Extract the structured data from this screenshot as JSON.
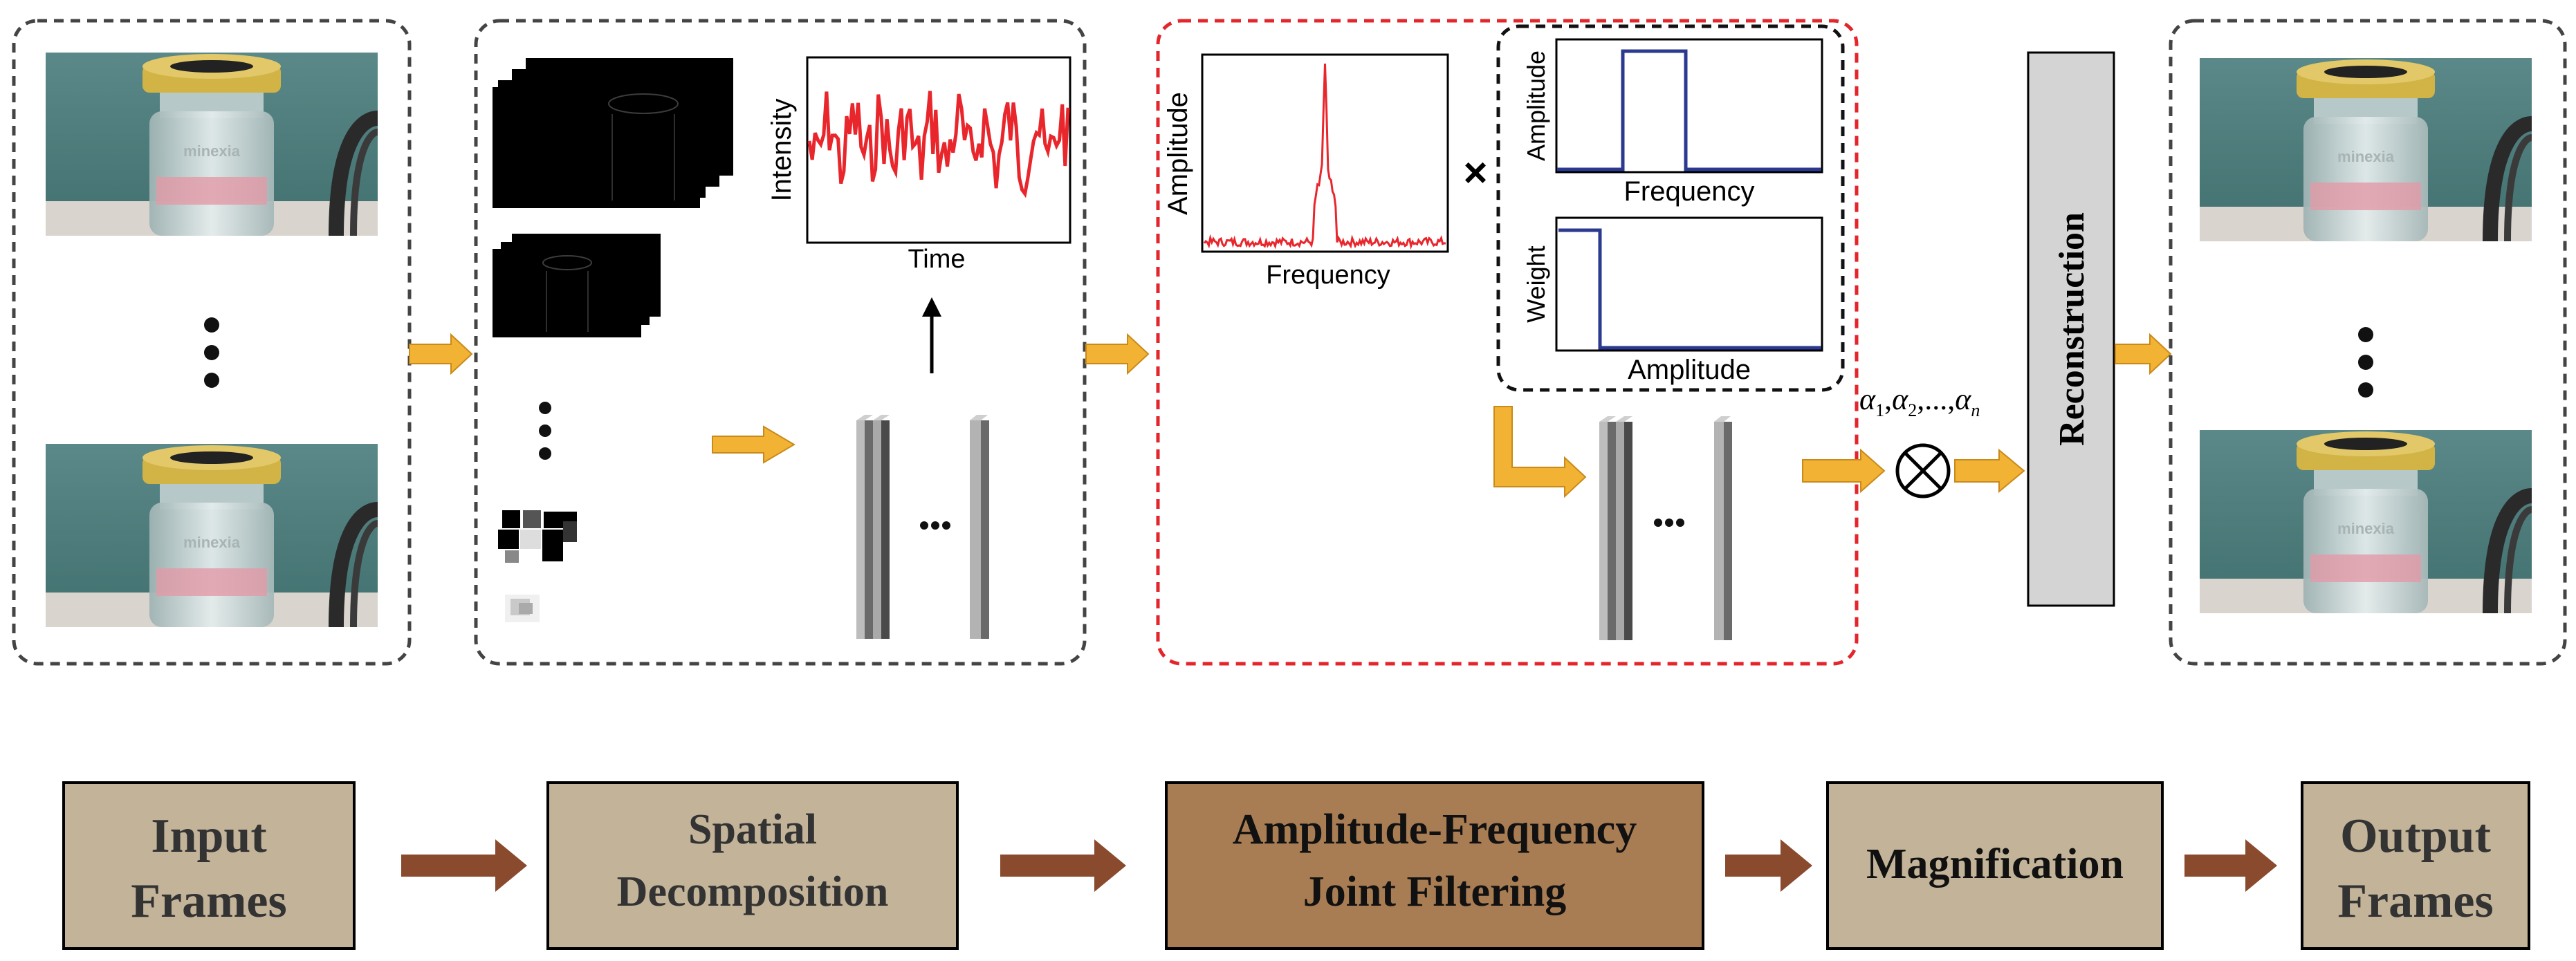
{
  "colors": {
    "dashed_dark": "#444444",
    "dashed_red": "#e3262b",
    "arrow_orange": "#f2b233",
    "arrow_brown": "#8a4a2e",
    "box_fill": "#c3b499",
    "box_fill_dark": "#a87d54",
    "red_signal": "#e8262c",
    "blue_signal": "#2b3a8f",
    "recon_fill": "#d4d4d4",
    "sky_teal": "#4f7e7e",
    "cap_yellow": "#d2b446"
  },
  "spatial": {
    "intensity_plot": {
      "ylabel": "Intensity",
      "xlabel": "Time"
    }
  },
  "filtering": {
    "spectrum_plot": {
      "ylabel": "Amplitude",
      "xlabel": "Frequency"
    },
    "times_symbol": "×",
    "freq_filter_plot": {
      "ylabel": "Amplitude",
      "xlabel": "Frequency"
    },
    "weight_plot": {
      "ylabel": "Weight",
      "xlabel": "Amplitude"
    }
  },
  "magnification": {
    "alphas": {
      "a1": {
        "sym": "α",
        "sub": "1"
      },
      "a2": {
        "sym": "α",
        "sub": "2"
      },
      "sep": ",...,",
      "an": {
        "sym": "α",
        "sub": "n"
      }
    },
    "multiply_symbol": "⊗"
  },
  "reconstruction": {
    "label": "Reconstruction"
  },
  "pipeline": {
    "steps": [
      {
        "line1": "Input",
        "line2": "Frames"
      },
      {
        "line1": "Spatial",
        "line2": "Decomposition"
      },
      {
        "line1": "Amplitude-Frequency",
        "line2": "Joint Filtering"
      },
      {
        "line1": "Magnification",
        "line2": ""
      },
      {
        "line1": "Output",
        "line2": "Frames"
      }
    ]
  },
  "frame_label": "minexia"
}
